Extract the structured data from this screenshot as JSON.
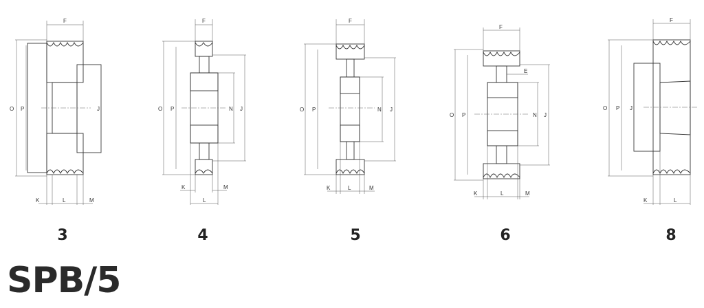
{
  "title": "SPB/5",
  "figures": [
    {
      "type_number": "3",
      "dims": [
        "F",
        "O",
        "P",
        "J",
        "K",
        "L",
        "M"
      ]
    },
    {
      "type_number": "4",
      "dims": [
        "F",
        "O",
        "P",
        "N",
        "J",
        "K",
        "L",
        "M"
      ]
    },
    {
      "type_number": "5",
      "dims": [
        "F",
        "O",
        "P",
        "N",
        "J",
        "K",
        "L",
        "M"
      ]
    },
    {
      "type_number": "6",
      "dims": [
        "F",
        "E",
        "O",
        "P",
        "N",
        "J",
        "K",
        "L",
        "M"
      ]
    },
    {
      "type_number": "8",
      "dims": [
        "F",
        "O",
        "P",
        "J",
        "K",
        "L"
      ]
    }
  ]
}
